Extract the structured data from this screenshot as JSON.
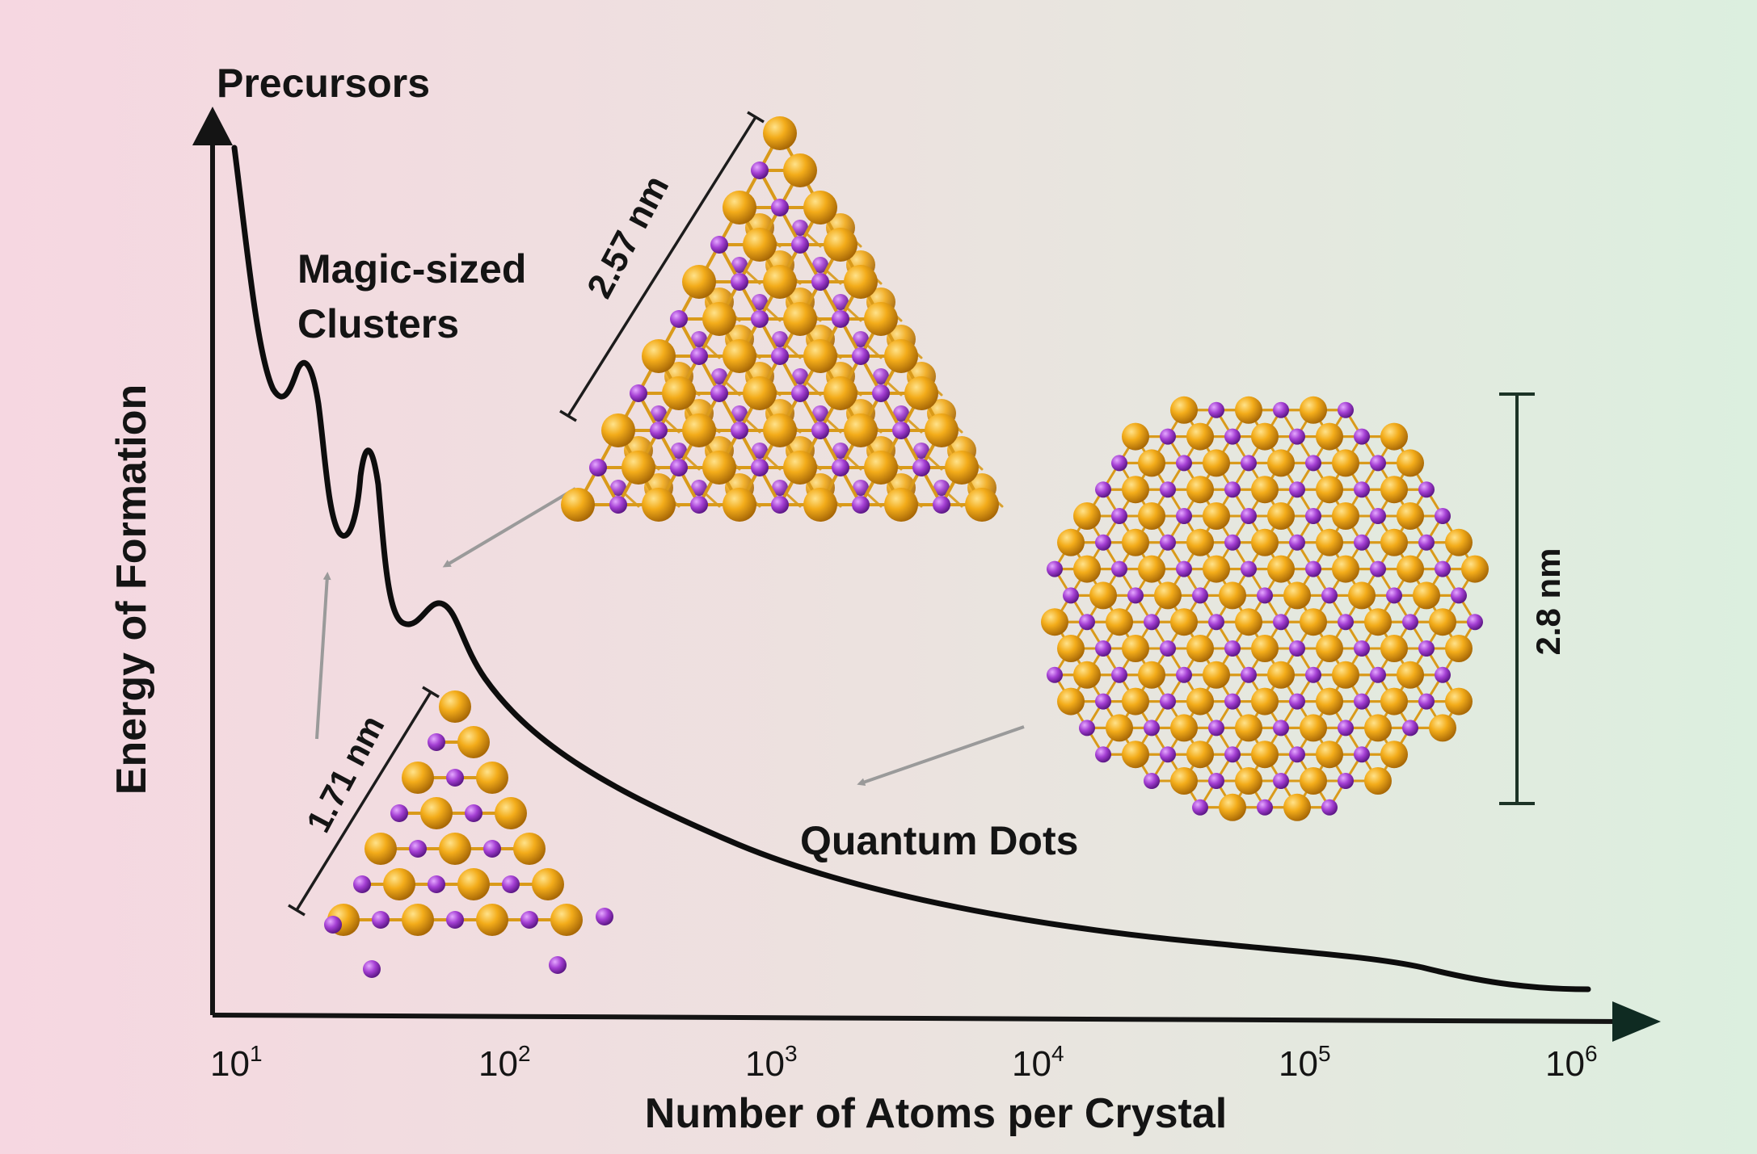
{
  "labels": {
    "precursors": "Precursors",
    "magic_line1": "Magic-sized",
    "magic_line2": "Clusters",
    "quantum_dots": "Quantum Dots",
    "y_axis": "Energy of Formation",
    "x_axis": "Number of Atoms per Crystal"
  },
  "x_ticks": [
    {
      "base": "10",
      "exp": "1"
    },
    {
      "base": "10",
      "exp": "2"
    },
    {
      "base": "10",
      "exp": "3"
    },
    {
      "base": "10",
      "exp": "4"
    },
    {
      "base": "10",
      "exp": "5"
    },
    {
      "base": "10",
      "exp": "6"
    }
  ],
  "scale_bars": {
    "small_cluster": "1.71 nm",
    "large_cluster": "2.57 nm",
    "quantum_dot": "2.8 nm"
  },
  "colors": {
    "curve": "#0d0d0d",
    "axis": "#141414",
    "arrow_axis_end": "#0f2b22",
    "gold_atom": "#f0a512",
    "purple_atom": "#a03ccf",
    "pointer_arrow": "#9a9a9a",
    "background_left": "#f6d7e1",
    "background_right": "#dcefdf"
  }
}
